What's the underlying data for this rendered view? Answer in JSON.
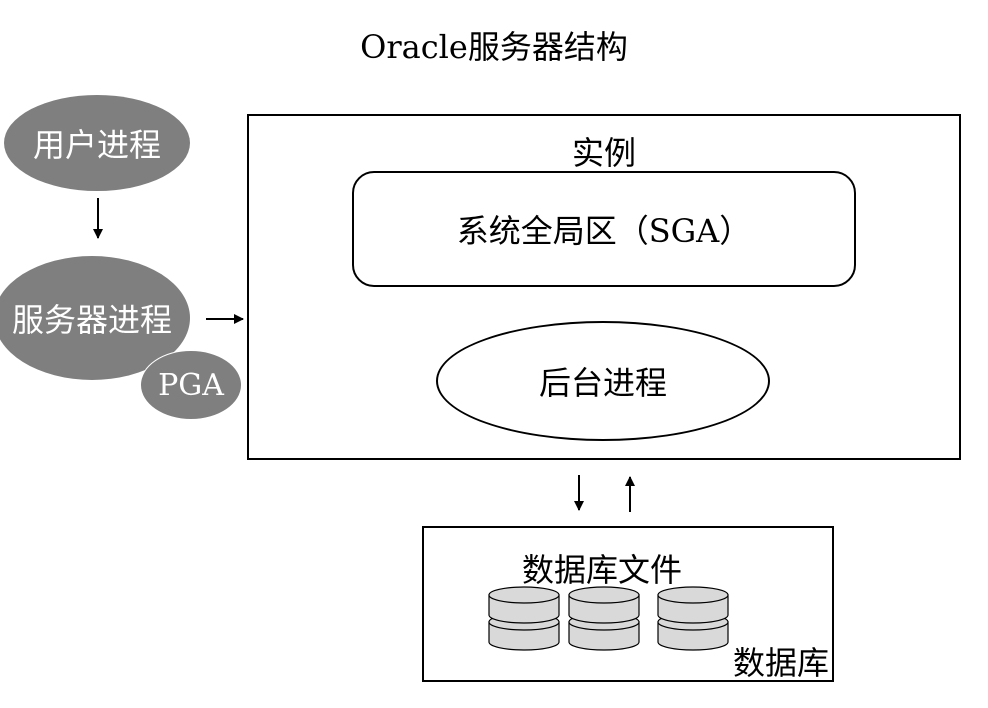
{
  "title": "Oracle服务器结构",
  "user_process": {
    "label": "用户进程"
  },
  "server_process": {
    "label": "服务器进程"
  },
  "pga": {
    "label": "PGA"
  },
  "instance": {
    "label": "实例",
    "sga": {
      "label": "系统全局区（SGA）"
    },
    "background_process": {
      "label": "后台进程"
    }
  },
  "database": {
    "files_label": "数据库文件",
    "label": "数据库",
    "disk_count": 3
  },
  "colors": {
    "process_fill": "#7f7f7f",
    "disk_fill": "#d9d9d9",
    "line": "#000000"
  }
}
